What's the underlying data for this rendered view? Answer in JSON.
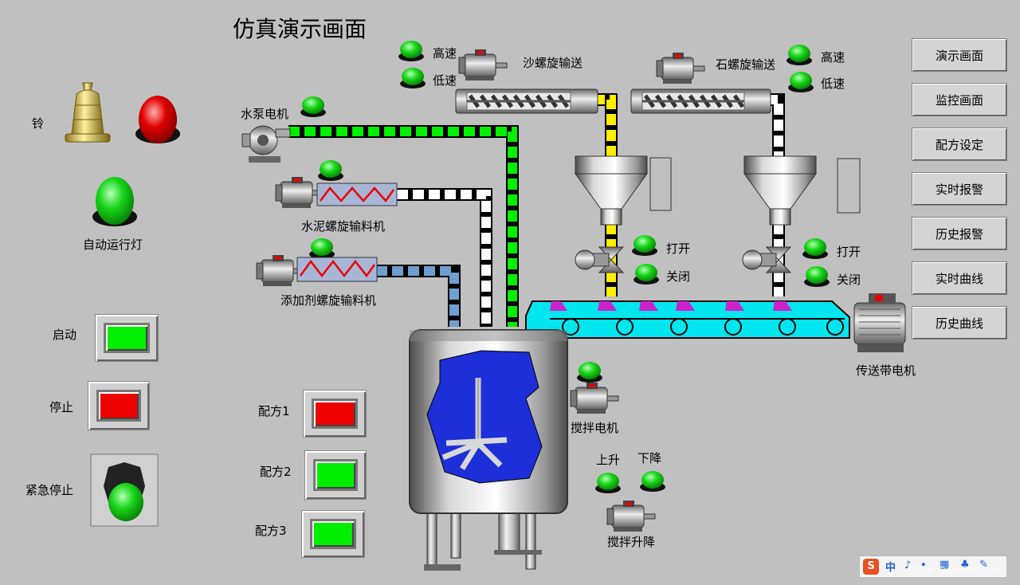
{
  "title": "仿真演示画面",
  "colors": {
    "background": "#c0c0c0",
    "lamp_green": "#19d619",
    "lamp_red": "#e00000",
    "pipe_green": "#00ee00",
    "pipe_blue": "#6f9fd0",
    "pipe_yellow": "#ffee00",
    "conveyor": "#00e6ee",
    "paddle": "#cc22cc",
    "mix_blue": "#1c2fd8"
  },
  "left_panel": {
    "bell_label": "铃",
    "auto_lamp_label": "自动运行灯",
    "start_label": "启动",
    "stop_label": "停止",
    "estop_label": "紧急停止"
  },
  "recipes": [
    {
      "label": "配方1",
      "state": "red"
    },
    {
      "label": "配方2",
      "state": "green"
    },
    {
      "label": "配方3",
      "state": "green"
    }
  ],
  "equipment": {
    "pump_label": "水泵电机",
    "cement_label": "水泥螺旋输料机",
    "additive_label": "添加剂螺旋输料机",
    "sand_screw_label": "沙螺旋输送",
    "stone_screw_label": "石螺旋输送",
    "high_speed": "高速",
    "low_speed": "低速",
    "open_label": "打开",
    "close_label": "关闭",
    "conveyor_motor_label": "传送带电机",
    "mixer_motor_label": "搅拌电机",
    "lift_up_label": "上升",
    "lift_down_label": "下降",
    "lift_motor_label": "搅拌升降"
  },
  "nav": [
    "演示画面",
    "监控画面",
    "配方设定",
    "实时报警",
    "历史报警",
    "实时曲线",
    "历史曲线"
  ],
  "system": {
    "ime_brand": "S",
    "ime_mode": "中",
    "watermark": "CSDN @QobHGsLM"
  }
}
